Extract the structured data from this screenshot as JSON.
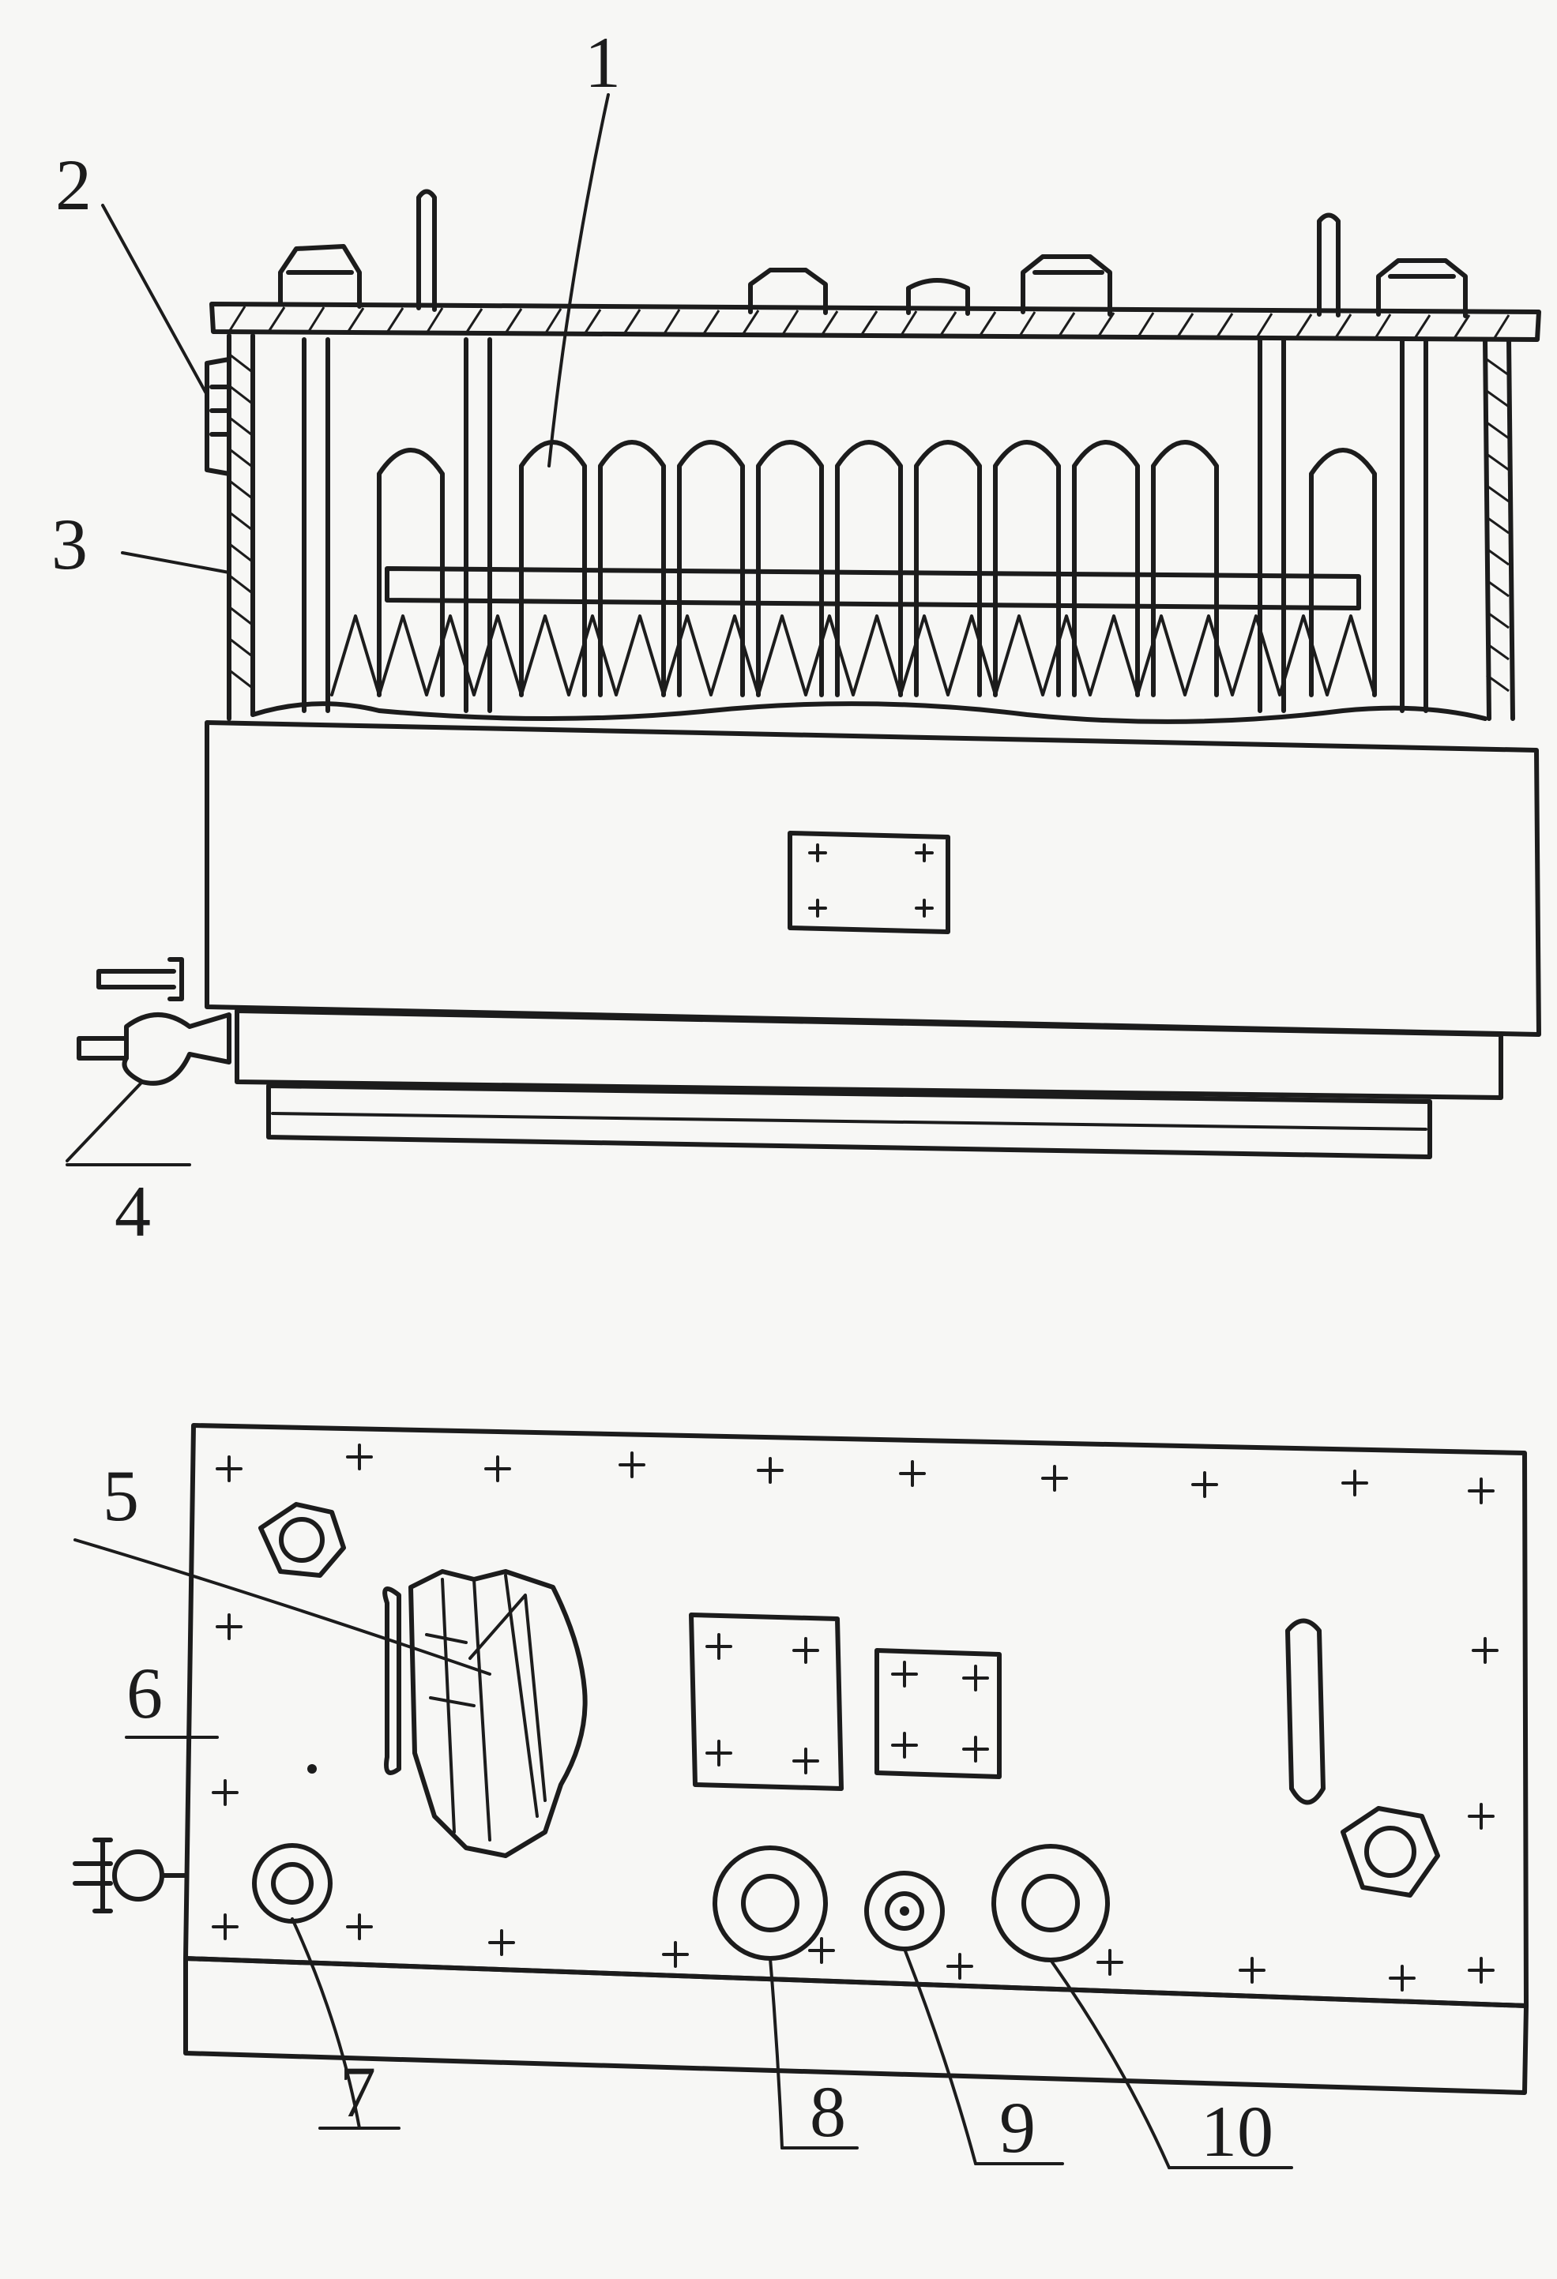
{
  "diagram": {
    "views": [
      {
        "id": "side-section",
        "callouts": [
          "1",
          "2",
          "3",
          "4"
        ]
      },
      {
        "id": "top-view",
        "callouts": [
          "5",
          "6",
          "7",
          "8",
          "9",
          "10"
        ]
      }
    ],
    "labels": {
      "n1": "1",
      "n2": "2",
      "n3": "3",
      "n4": "4",
      "n5": "5",
      "n6": "6",
      "n7": "7",
      "n8": "8",
      "n9": "9",
      "n10": "10"
    },
    "colors": {
      "ink": "#1c1c1c",
      "paper": "#f7f7f5"
    }
  }
}
